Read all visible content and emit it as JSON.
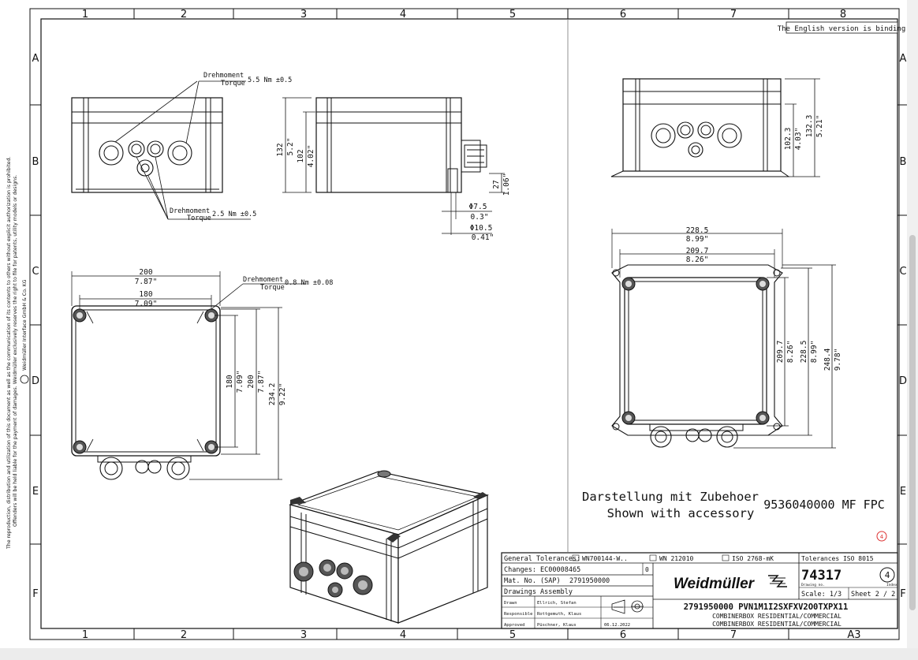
{
  "border": {
    "columns": [
      "1",
      "2",
      "3",
      "4",
      "5",
      "6",
      "7",
      "8"
    ],
    "rows": [
      "A",
      "B",
      "C",
      "D",
      "E",
      "F"
    ]
  },
  "binding_note": "The English version is binding",
  "copyright_line1": "The reproduction, distribution and utilization of this document as well as the communication of its contents to others without explicit authorization is prohibited.",
  "copyright_line2": "Offenders will be held liable for the payment of damages. Weidmüller exclusively reserves the right to file for patents, utility models or designs.",
  "copyright_owner": "Weidmüller Interface GmbH & Co. KG",
  "annotations": {
    "torque_label_de": "Drehmoment",
    "torque_label_en": "Torque",
    "torque_top": "5.5 Nm ±0.5",
    "torque_small": "2.5 Nm ±0.5",
    "torque_lid": "0.8 Nm ±0.08"
  },
  "dims": {
    "h132": "132",
    "h132in": "5.2\"",
    "h102": "102",
    "h102in": "4.02\"",
    "g27": "27",
    "g27in": "1.06\"",
    "phi75": "Φ7.5",
    "phi75in": "0.3\"",
    "phi105": "Φ10.5",
    "phi105in": "0.41\"",
    "w200": "200",
    "w200in": "7.87\"",
    "w180": "180",
    "w180in": "7.09\"",
    "v180": "180",
    "v180in": "7.09\"",
    "v200": "200",
    "v200in": "7.87\"",
    "v234": "234.2",
    "v234in": "9.22\"",
    "r1023": "102.3",
    "r1023in": "4.03\"",
    "r1323": "132.3",
    "r1323in": "5.21\"",
    "w2285": "228.5",
    "w2285in": "8.99\"",
    "w2097": "209.7",
    "w2097in": "8.26\"",
    "v2097": "209.7",
    "v2097in": "8.26\"",
    "v2285": "228.5",
    "v2285in": "8.99\"",
    "v2484": "248.4",
    "v2484in": "9.78\""
  },
  "accessory": {
    "line_de": "Darstellung mit Zubehoer",
    "line_en": "Shown with accessory",
    "part": "9536040000 MF FPC"
  },
  "revision_mark": "4",
  "title_block": {
    "general_tolerances": "General Tolerances:",
    "tol_ref1": "WN700144-W..",
    "tol_ref2": "WN 212010",
    "tol_ref3": "ISO 2768-mK",
    "tol_iso": "Tolerances ISO 8015",
    "changes": "Changes: EC00008465",
    "changes_idx": "0",
    "mat_no_label": "Mat. No. (SAP)",
    "mat_no": "2791950000",
    "drawing_type": "Drawings Assembly",
    "drawn_label": "Drawn",
    "drawn": "Ellrich, Stefan",
    "responsible_label": "Responsible",
    "responsible": "Rottgemuth, Klaus",
    "approved_label": "Approved",
    "approved": "Püschner, Klaus",
    "date": "06.12.2022",
    "logo": "Weidmüller",
    "drawing_no": "74317",
    "drawing_no_label": "Drawing no.",
    "index": "4",
    "index_label": "Index",
    "scale": "Scale: 1/3",
    "sheet": "Sheet  2 / 2",
    "title": "2791950000 PVN1M1I2SXFXV2O0TXPX11",
    "desc1": "COMBINERBOX RESIDENTIAL/COMMERCIAL",
    "desc2": "COMBINERBOX RESIDENTIAL/COMMERCIAL",
    "format": "A3"
  }
}
